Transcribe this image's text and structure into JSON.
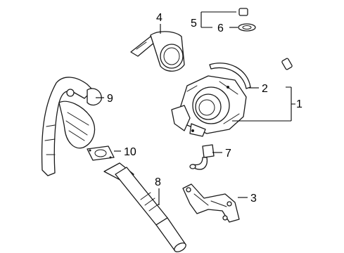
{
  "diagram": {
    "callouts": [
      {
        "id": "1",
        "label": "1"
      },
      {
        "id": "2",
        "label": "2"
      },
      {
        "id": "3",
        "label": "3"
      },
      {
        "id": "4",
        "label": "4"
      },
      {
        "id": "5",
        "label": "5"
      },
      {
        "id": "6",
        "label": "6"
      },
      {
        "id": "7",
        "label": "7"
      },
      {
        "id": "8",
        "label": "8"
      },
      {
        "id": "9",
        "label": "9"
      },
      {
        "id": "10",
        "label": "10"
      }
    ],
    "colors": {
      "line": "#1a1a1a",
      "background": "#ffffff"
    }
  }
}
